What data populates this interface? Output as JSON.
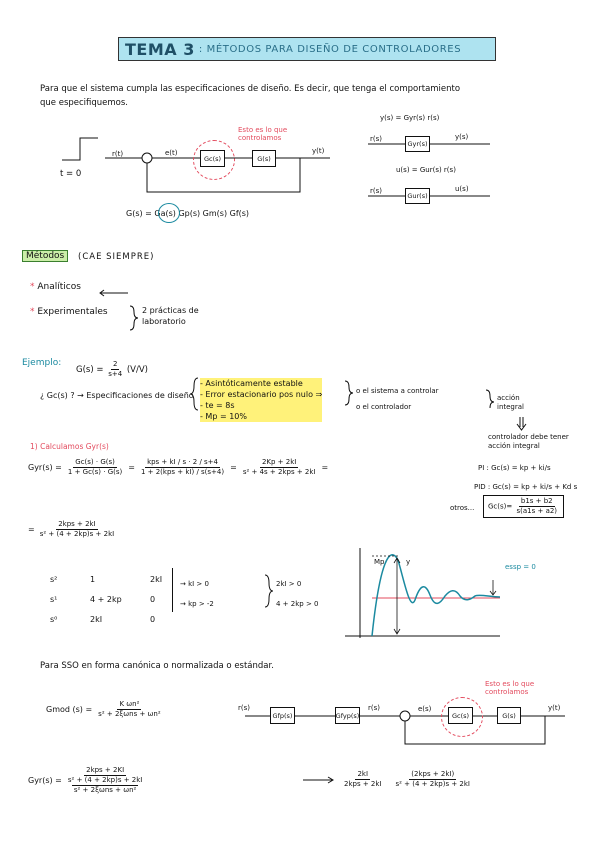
{
  "header": {
    "title": "TEMA 3",
    "subtitle": ": MÉTODOS PARA DISEÑO DE CONTROLADORES"
  },
  "intro": {
    "line1": "Para que el sistema cumpla las especificaciones de diseño. Es decir, que tenga el comportamiento",
    "line2": "que especifiquemos."
  },
  "diagram1": {
    "t0": "t = 0",
    "r": "r(t)",
    "e": "e(t)",
    "gc": "Gc(s)",
    "g": "G(s)",
    "y": "y(t)",
    "note": "Esto es lo que controlamos",
    "formula": "G(s) = Ga(s) Gp(s) Gm(s) Gf(s)"
  },
  "diagram2": {
    "eq1": "y(s) = Gyr(s) r(s)",
    "r": "r(s)",
    "box1": "Gyr(s)",
    "y": "y(s)",
    "eq2": "u(s) = Gur(s) r(s)",
    "r2": "r(s)",
    "box2": "Gur(s)",
    "u": "u(s)"
  },
  "methods": {
    "label": "Métodos",
    "note": "(CAE SIEMPRE)",
    "item1": "Analíticos",
    "item2": "Experimentales",
    "item2_note": "2 prácticas de laboratorio"
  },
  "example": {
    "label": "Ejemplo:",
    "gs": "G(s) = ",
    "num": "2",
    "den": "s+4",
    "units": "(V/V)",
    "question": "¿ Gc(s) ? → Especificaciones de diseño",
    "specs": [
      "- Asintóticamente estable",
      "- Error estacionario pos nulo ⇒",
      "- te = 8s",
      "- Mp = 10%"
    ],
    "opt1": "o el sistema a controlar",
    "opt2": "o el controlador",
    "integral": "acción integral",
    "ctrl_note": "controlador debe tener acción integral",
    "pi": "PI : Gc(s) = kp + ki/s",
    "pid": "PID : Gc(s) = kp + ki/s + Kd s",
    "otros": "otros...",
    "otros_num": "b1s + b2",
    "otros_den": "s(a1s + a2)"
  },
  "calc": {
    "step": "1) Calculamos Gyr(s)",
    "lhs": "Gyr(s) =",
    "f1_num": "Gc(s) · G(s)",
    "f1_den": "1 + Gc(s) · G(s)",
    "f2_num": "kps + kI / s · 2 / s+4",
    "f2_den": "1 + 2(kps + kI) / s(s+4)",
    "f3_num": "2Kp + 2kI",
    "f3_den": "s² + 4s + 2kps + 2kI",
    "f4_num": "2kps + 2kI",
    "f4_den": "s² + (4 + 2kp)s + 2kI"
  },
  "routh": {
    "rows": [
      {
        "p": "s²",
        "a": "1",
        "b": "2kI"
      },
      {
        "p": "s¹",
        "a": "4 + 2kp",
        "b": "0"
      },
      {
        "p": "s⁰",
        "a": "2kI",
        "b": "0"
      }
    ],
    "c1": "→ kI > 0",
    "c2": "→ kp > -2",
    "d1": "2kI > 0",
    "d2": "4 + 2kp > 0"
  },
  "response": {
    "mp": "Mp",
    "y": "y",
    "essp": "essp = 0"
  },
  "section2": {
    "text": "Para SSO en forma canónica o normalizada o estándar.",
    "gmod": "Gmod (s) =",
    "gmod_num": "K ωn²",
    "gmod_den": "s² + 2ξωns + ωn²",
    "note": "Esto es lo que controlamos",
    "r": "r(s)",
    "box1": "Gfp(s)",
    "box2": "Gfyp(s)",
    "rs": "r(s)",
    "e": "e(s)",
    "gc": "Gc(s)",
    "g": "G(s)",
    "y": "y(t)"
  },
  "final": {
    "lhs": "Gyr(s) =",
    "num": "2kps + 2KI",
    "den": "s² + (4 + 2kp)s + 2kI",
    "den2": "s² + 2ξωns + ωn²",
    "p1_num": "2kI",
    "p1_den": "2kps + 2kI",
    "p2_num": "(2kps + 2kI)",
    "p2_den": "s² + (4 + 2kp)s + 2kI"
  }
}
